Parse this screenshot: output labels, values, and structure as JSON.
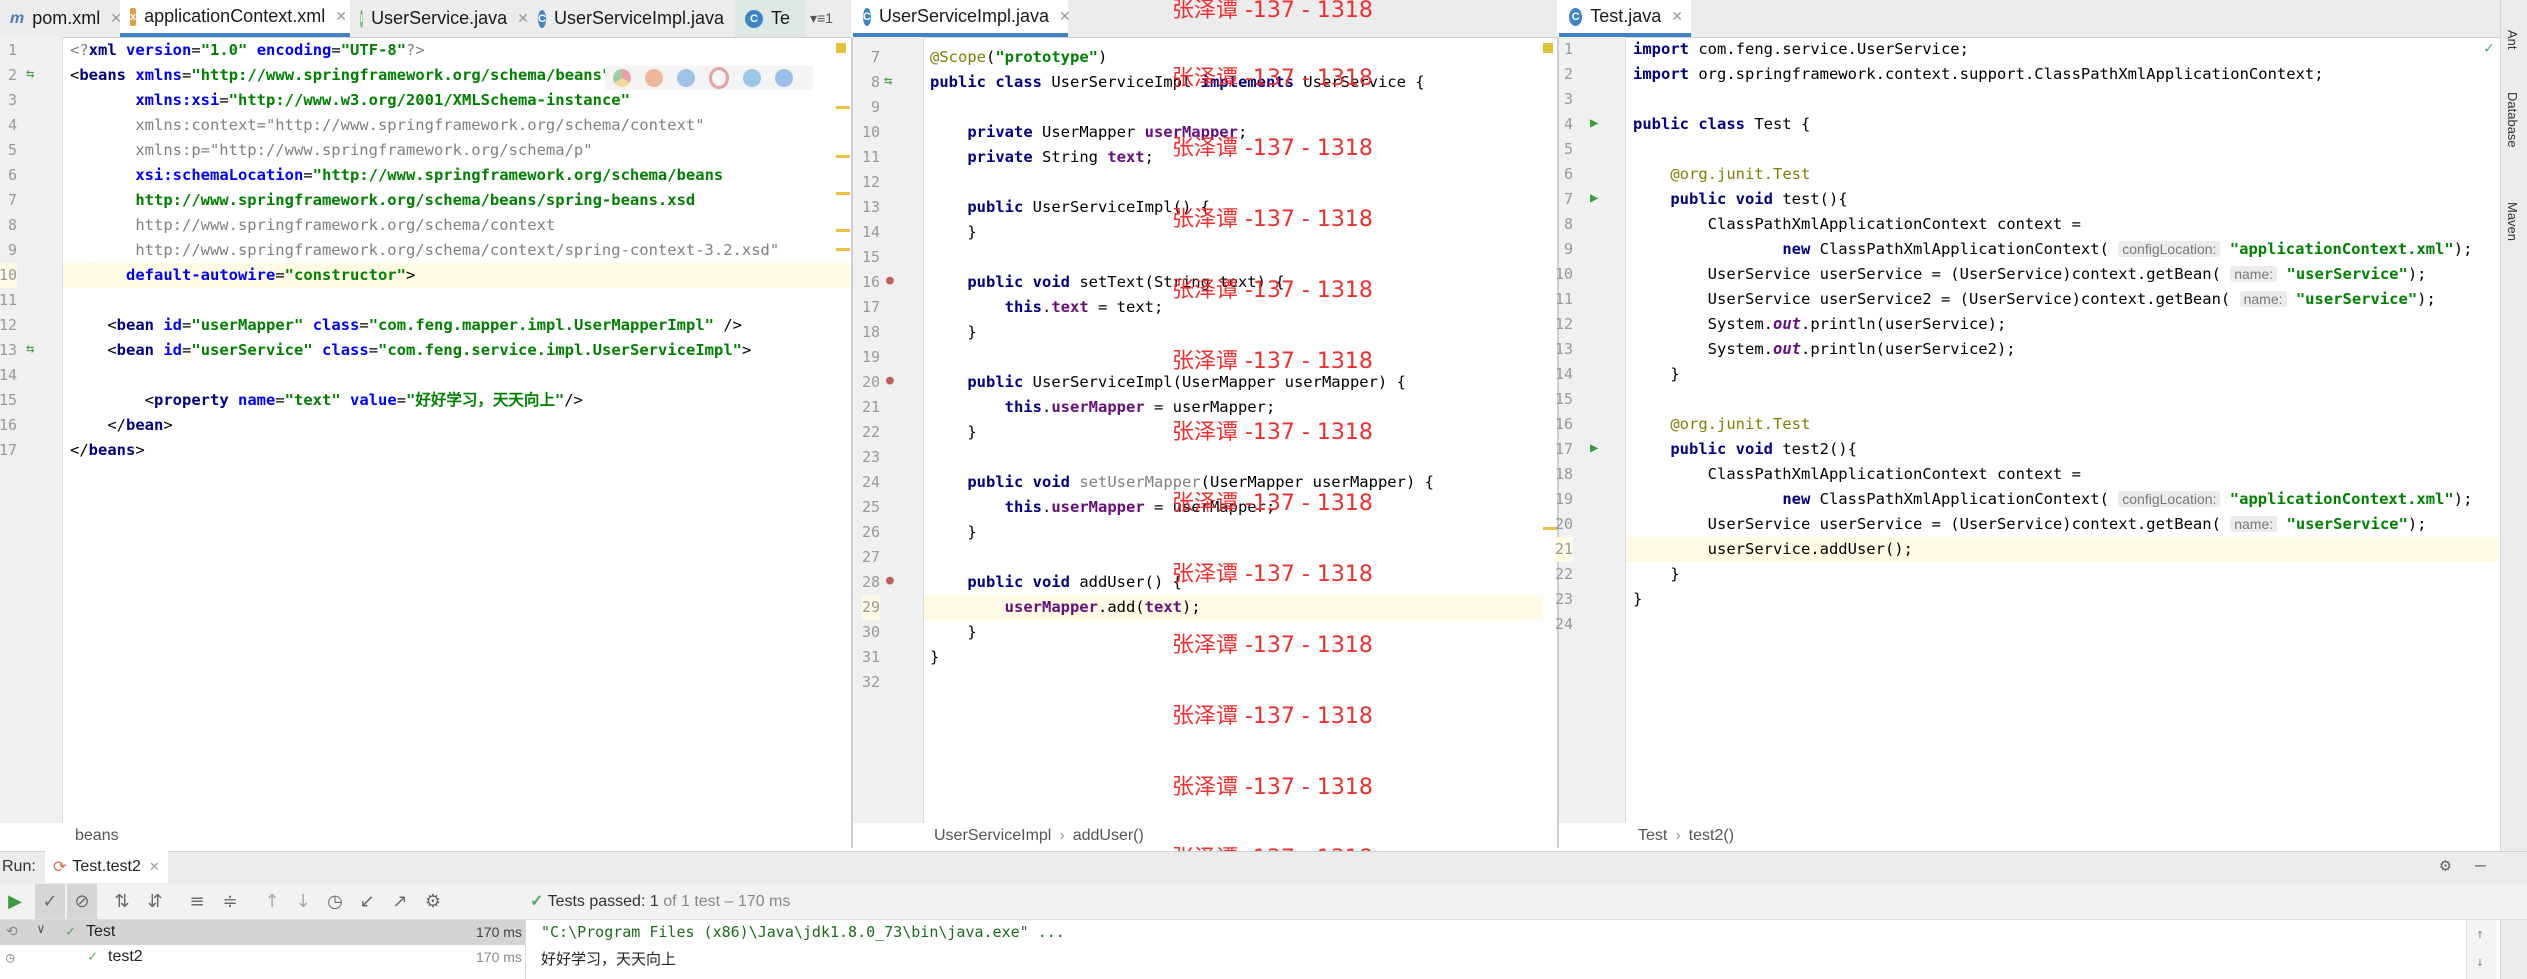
{
  "colors": {
    "accent": "#4083c9",
    "keyword": "#000080",
    "string": "#008000",
    "watermark": "#ef2f2f",
    "pass": "#59a869"
  },
  "left_pane": {
    "tabs": [
      {
        "label": "pom.xml",
        "icon": "maven-icon"
      },
      {
        "label": "applicationContext.xml",
        "icon": "xml-file-icon",
        "active": true
      },
      {
        "label": "UserService.java",
        "icon": "interface-icon"
      },
      {
        "label": "UserServiceImpl.java",
        "icon": "class-icon"
      },
      {
        "label": "Te",
        "icon": "class-icon"
      }
    ],
    "overflow": "▾≡1",
    "line_numbers": [
      "1",
      "2",
      "3",
      "4",
      "5",
      "6",
      "7",
      "8",
      "9",
      "10",
      "11",
      "12",
      "13",
      "14",
      "15",
      "16",
      "17"
    ],
    "breadcrumb": "beans"
  },
  "middle_pane": {
    "tab": "UserServiceImpl.java",
    "line_numbers": [
      "7",
      "8",
      "9",
      "10",
      "11",
      "12",
      "13",
      "14",
      "15",
      "16",
      "17",
      "18",
      "19",
      "20",
      "21",
      "22",
      "23",
      "24",
      "25",
      "26",
      "27",
      "28",
      "29",
      "30",
      "31",
      "32"
    ],
    "breadcrumb": [
      "UserServiceImpl",
      "addUser()"
    ]
  },
  "right_pane": {
    "tab": "Test.java",
    "line_numbers": [
      "1",
      "2",
      "3",
      "4",
      "5",
      "6",
      "7",
      "8",
      "9",
      "10",
      "11",
      "12",
      "13",
      "14",
      "15",
      "16",
      "17",
      "18",
      "19",
      "20",
      "21",
      "22",
      "23",
      "24"
    ],
    "breadcrumb": [
      "Test",
      "test2()"
    ]
  },
  "watermark": "张泽谭 -137 - 1318",
  "run": {
    "label": "Run:",
    "tab": "Test.test2",
    "status": "Tests passed:",
    "status_count": "1",
    "status_detail": "of 1 test – 170 ms",
    "tree": [
      {
        "name": "Test",
        "time": "170 ms"
      },
      {
        "name": "test2",
        "time": "170 ms"
      }
    ],
    "console": [
      "\"C:\\Program Files (x86)\\Java\\jdk1.8.0_73\\bin\\java.exe\" ...",
      "好好学习，天天向上"
    ]
  },
  "right_strip": [
    "Ant",
    "Database",
    "Maven"
  ]
}
